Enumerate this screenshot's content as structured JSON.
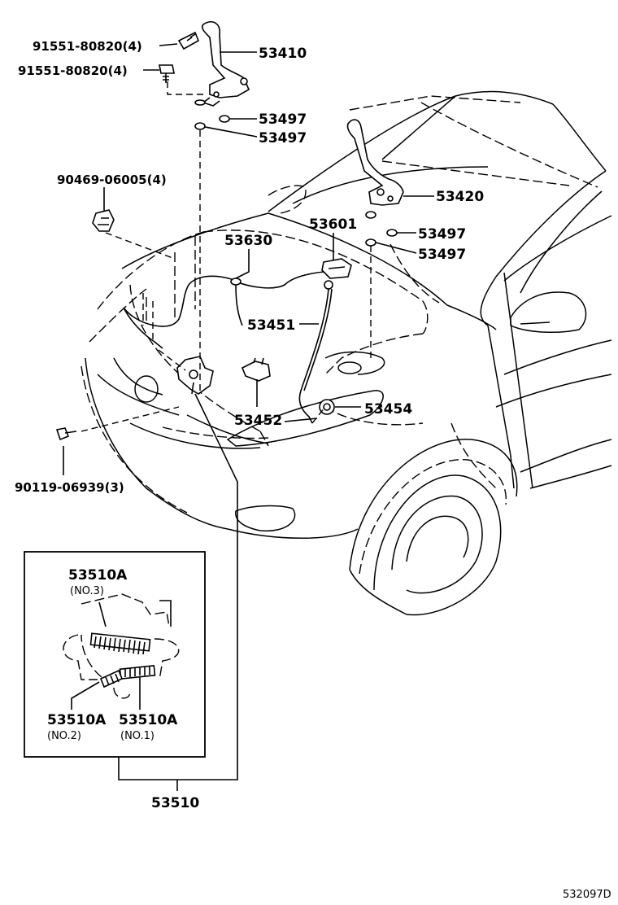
{
  "labels": {
    "bolt_hinge_1": "91551-80820(4)",
    "bolt_hinge_2": "91551-80820(4)",
    "hinge_left": "53410",
    "cushion_1": "53497",
    "cushion_2": "53497",
    "hinge_right": "53420",
    "cushion_3": "53497",
    "cushion_4": "53497",
    "clip": "90469-06005(4)",
    "lever": "53601",
    "cable": "53630",
    "support_rod": "53451",
    "lock_bracket": "53452",
    "rod_holder": "53454",
    "bolt_lock": "90119-06939(3)",
    "lock_detail_top": "53510A",
    "lock_detail_top_sub": "(NO.3)",
    "lock_detail_left": "53510A",
    "lock_detail_left_sub": "(NO.2)",
    "lock_detail_right": "53510A",
    "lock_detail_right_sub": "(NO.1)",
    "lock_assembly": "53510",
    "diagram_code": "532097D"
  }
}
